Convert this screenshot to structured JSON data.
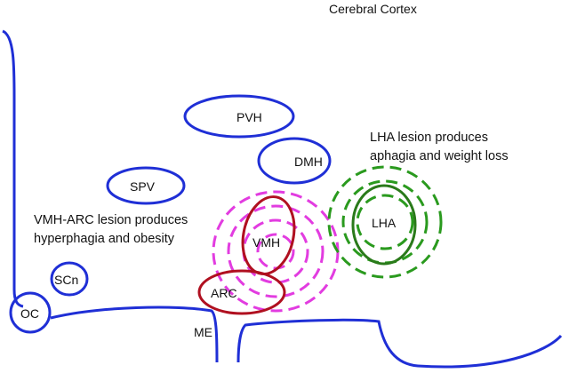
{
  "header": {
    "title": "Cerebral Cortex"
  },
  "regions": {
    "pvh": "PVH",
    "dmh": "DMH",
    "spv": "SPV",
    "vmh": "VMH",
    "lha": "LHA",
    "scn": "SCn",
    "arc": "ARC",
    "oc": "OC",
    "me": "ME"
  },
  "annotations": {
    "lha_line1": "LHA lesion produces",
    "lha_line2": "aphagia and weight loss",
    "vmh_line1": "VMH-ARC lesion produces",
    "vmh_line2": "hyperphagia and obesity"
  },
  "colors": {
    "outline": "#1f2fd6",
    "lesion_center": "#b01020",
    "vmh_arc_lesion": "#e23ce0",
    "lha_lesion": "#2a9a1e",
    "text": "#111111"
  }
}
